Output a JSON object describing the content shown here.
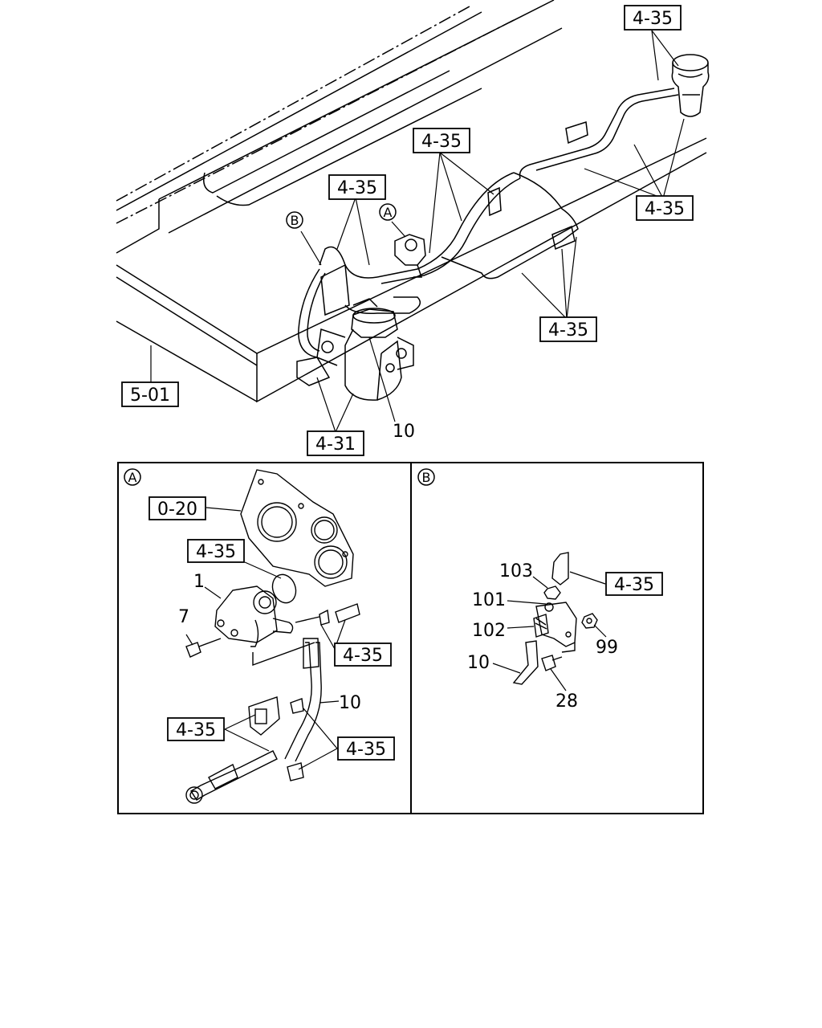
{
  "callouts": {
    "ref_reservoir": "4-35",
    "ref_upper_mid": "4-35",
    "ref_upper_left": "4-35",
    "ref_right": "4-35",
    "ref_lower_mid": "4-35",
    "ref_frame": "5-01",
    "ref_valve": "4-31",
    "part_10_main": "10",
    "marker_a": "A",
    "marker_b": "B"
  },
  "detail_a": {
    "marker": "A",
    "ref_gasket": "0-20",
    "ref_oring": "4-35",
    "ref_pipe": "4-35",
    "ref_bracket": "4-35",
    "ref_bolt": "4-35",
    "part_1": "1",
    "part_7": "7",
    "part_10": "10"
  },
  "detail_b": {
    "marker": "B",
    "ref_hose": "4-35",
    "part_103": "103",
    "part_101": "101",
    "part_102": "102",
    "part_10": "10",
    "part_99": "99",
    "part_28": "28"
  }
}
